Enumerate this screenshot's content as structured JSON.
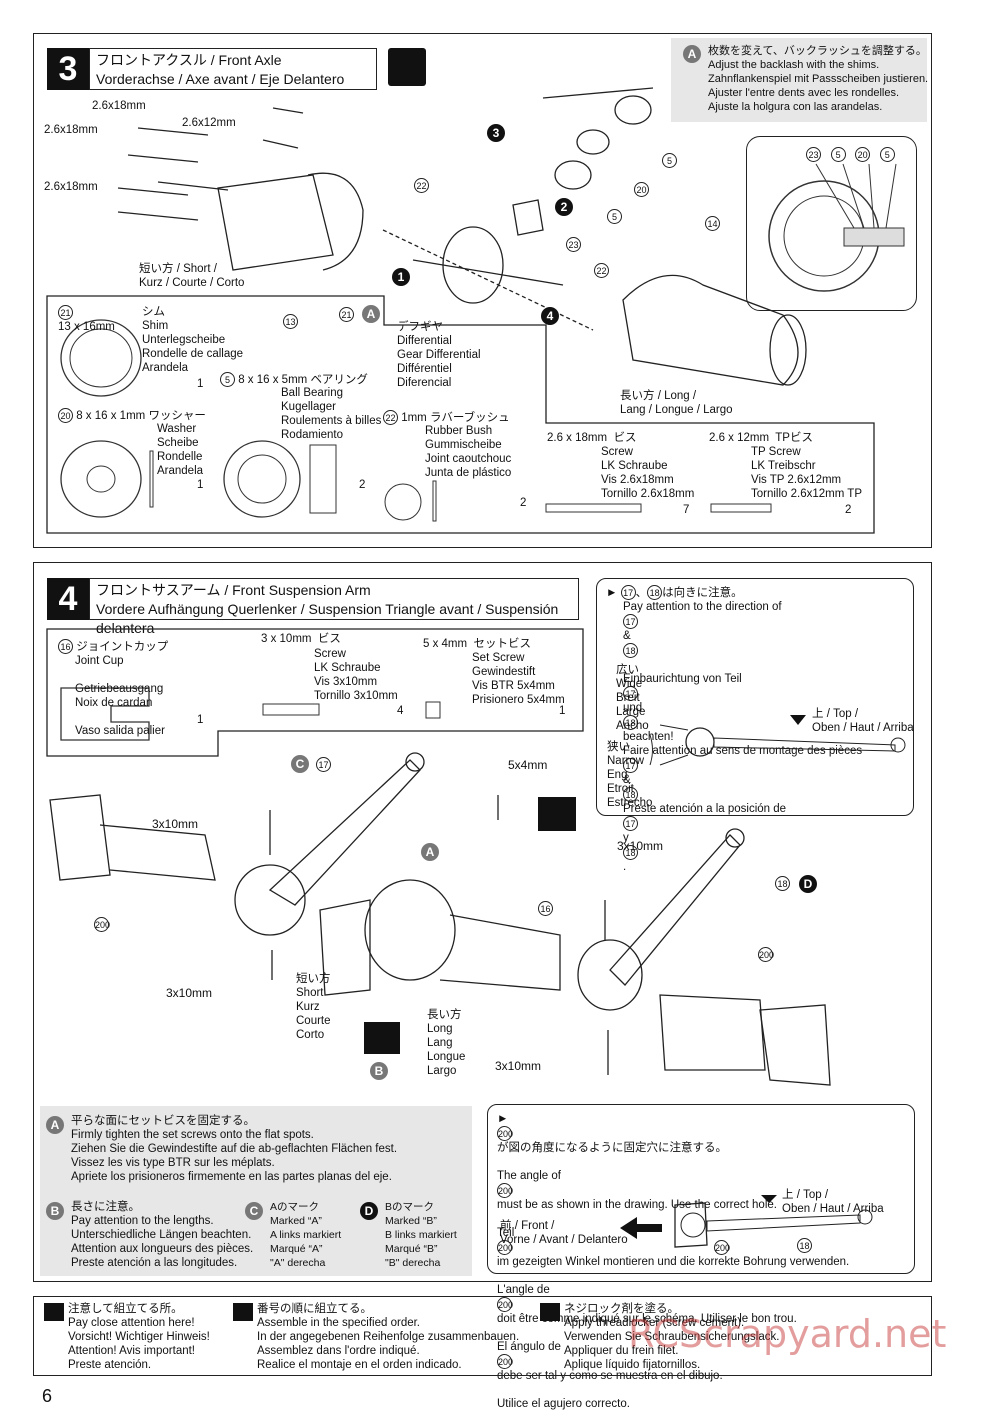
{
  "step3": {
    "number": "3",
    "title_jp": "フロントアクスル / Front Axle",
    "title_line2": "Vorderachse / Axe avant / Eje Delantero",
    "note_a": [
      "枚数を変えて、バックラッシュを調整する。",
      "Adjust the backlash with the shims.",
      "Zahnflankenspiel mit Passscheiben justieren.",
      "Ajuster l'entre dents avec les rondelles.",
      "Ajuste la holgura con las arandelas."
    ],
    "screw_labels": [
      "2.6x18mm",
      "2.6x12mm",
      "2.6x18mm",
      "2.6x18mm"
    ],
    "short_label": [
      "短い方 / Short /",
      "Kurz / Courte / Corto"
    ],
    "long_label": [
      "長い方 / Long /",
      "Lang / Longue / Largo"
    ],
    "diff_label": [
      "デフギヤ",
      "Differential",
      "Gear Differential",
      "Différentiel",
      "Diferencial"
    ],
    "callouts": [
      "22",
      "5",
      "20",
      "5",
      "23",
      "22",
      "14",
      "13",
      "21"
    ],
    "insert_callouts": [
      "23",
      "5",
      "20",
      "5"
    ],
    "order_marks": [
      "1",
      "2",
      "3",
      "4"
    ],
    "parts": {
      "p21": {
        "num": "21",
        "size": "13 x 16mm",
        "name": [
          "シム",
          "Shim",
          "Unterlegscheibe",
          "Rondelle de callage",
          "Arandela"
        ],
        "qty": "1"
      },
      "p5": {
        "num": "5",
        "size": "8 x 16 x 5mm",
        "name": [
          "ベアリング",
          "Ball Bearing",
          "Kugellager",
          "Roulements à billes",
          "Rodamiento"
        ],
        "qty": "2"
      },
      "p20": {
        "num": "20",
        "size": "8 x 16 x 1mm",
        "name": [
          "ワッシャー",
          "Washer",
          "Scheibe",
          "Rondelle",
          "Arandela"
        ],
        "qty": "1"
      },
      "p22": {
        "num": "22",
        "size": "1mm",
        "name": [
          "ラバーブッシュ",
          "Rubber Bush",
          "Gummischeibe",
          "Joint caoutchouc",
          "Junta de plástico"
        ],
        "qty": "2"
      },
      "screw": {
        "size": "2.6 x 18mm",
        "name": [
          "ビス",
          "Screw",
          "LK Schraube",
          "Vis 2.6x18mm",
          "Tornillo 2.6x18mm"
        ],
        "qty": "7"
      },
      "tpscrew": {
        "size": "2.6 x 12mm",
        "name": [
          "TPビス",
          "TP Screw",
          "LK Treibschr",
          "Vis TP 2.6x12mm",
          "Tornillo 2.6x12mm TP"
        ],
        "qty": "2"
      }
    }
  },
  "step4": {
    "number": "4",
    "title_jp": "フロントサスアーム / Front Suspension Arm",
    "title_line2": "Vordere Aufhängung Querlenker / Suspension Triangle avant / Suspensión delantera",
    "direction_note": {
      "head": "は向きに注意。",
      "lines": [
        "Pay attention to the direction of",
        "Einbaurichtung von Teil",
        "Faire attention au sens de montage des pièces",
        "Preste atención a la posición de"
      ],
      "nums": [
        "17",
        "18"
      ],
      "wide": [
        "広い",
        "Wide",
        "Breit",
        "Large",
        "Ancho"
      ],
      "narrow": [
        "狭い",
        "Narrow",
        "Eng",
        "Etroit",
        "Estrecho"
      ],
      "top": [
        "上 / Top /",
        "Oben / Haut / Arriba"
      ]
    },
    "parts": {
      "p16": {
        "num": "16",
        "name": [
          "ジョイントカップ",
          "Joint Cup",
          "Getriebeausgang",
          "Noix de cardan",
          "Vaso salida palier"
        ],
        "qty": "1"
      },
      "screw": {
        "size": "3 x 10mm",
        "name": [
          "ビス",
          "Screw",
          "LK Schraube",
          "Vis 3x10mm",
          "Tornillo 3x10mm"
        ],
        "qty": "4"
      },
      "setscrew": {
        "size": "5 x 4mm",
        "name": [
          "セットビス",
          "Set Screw",
          "Gewindestift",
          "Vis BTR 5x4mm",
          "Prisionero 5x4mm"
        ],
        "qty": "1"
      }
    },
    "diagram_labels": {
      "s5x4": "5x4mm",
      "s3x10": "3x10mm",
      "short": [
        "短い方",
        "Short",
        "Kurz",
        "Courte",
        "Corto"
      ],
      "long": [
        "長い方",
        "Long",
        "Lang",
        "Longue",
        "Largo"
      ],
      "c17": "17",
      "c18": "18",
      "c16": "16",
      "c200": "200"
    },
    "note_A": [
      "平らな面にセットビスを固定する。",
      "Firmly tighten the set screws onto the flat spots.",
      "Ziehen Sie die Gewindestifte auf die ab-geflachten Flächen fest.",
      "Vissez les vis type BTR sur les méplats.",
      "Apriete los prisioneros firmemente en las partes planas del eje."
    ],
    "note_B": [
      "長さに注意。",
      "Pay attention to the lengths.",
      "Unterschiedliche Längen beachten.",
      "Attention aux longueurs des pièces.",
      "Preste atención a las longitudes."
    ],
    "note_C": [
      "Aのマーク",
      "Marked “A”",
      "A links markiert",
      "Marqué “A”",
      "\"A\" derecha"
    ],
    "note_D": [
      "Bのマーク",
      "Marked “B”",
      "B links markiert",
      "Marqué “B”",
      "\"B\" derecha"
    ],
    "note_200": [
      "が図の角度になるように固定穴に注意する。",
      "The angle of",
      "must be as shown in the drawing.  Use the correct hole.",
      "Teil",
      "im gezeigten Winkel montieren und die korrekte Bohrung verwenden.",
      "L'angle de",
      "doit être comme indiqué sur le schéma. Utiliser le bon trou.",
      "El ángulo de",
      "debe ser tal y como se muestra en el dibujo.",
      "Utilice el agujero correcto."
    ],
    "front": [
      "前 / Front /",
      "Vorne / Avant / Delantero"
    ],
    "top": [
      "上 / Top /",
      "Oben / Haut / Arriba"
    ]
  },
  "legend": {
    "caution": [
      "注意して組立てる所。",
      "Pay close attention here!",
      "Vorsicht!  Wichtiger Hinweis!",
      "Attention! Avis important!",
      "Preste atención."
    ],
    "order": [
      "番号の順に組立てる。",
      "Assemble in the specified order.",
      "In der angegebenen Reihenfolge zusammenbauen.",
      "Assemblez dans l'ordre indiqué.",
      "Realice el montaje en el orden indicado."
    ],
    "lock": [
      "ネジロック剤を塗る。",
      "Apply threadlocker (screw cement).",
      "Verwenden Sie Schraubensicherungslack.",
      "Appliquer du frein filet.",
      "Aplique líquido fijatornillos."
    ]
  },
  "page_number": "6",
  "watermark": "RCScrapyard.net"
}
